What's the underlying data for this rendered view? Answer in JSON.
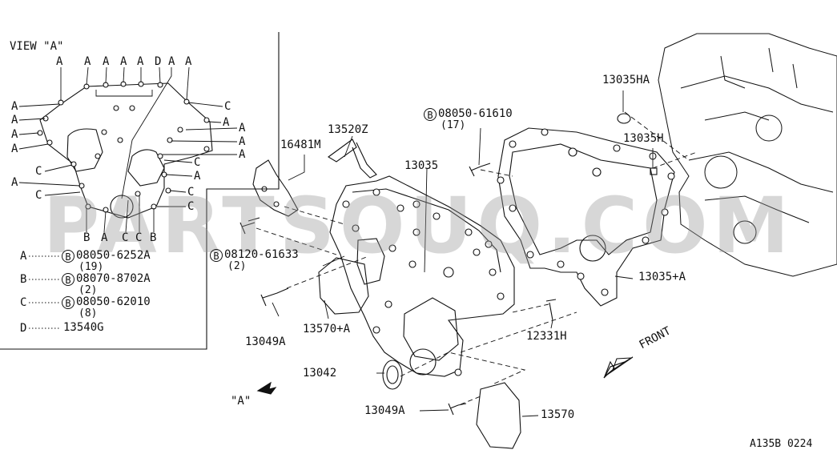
{
  "view_title": "VIEW \"A\"",
  "view_letters": {
    "top": [
      "A",
      "A",
      "A",
      "A",
      "A",
      "D",
      "A"
    ],
    "left": [
      "A",
      "A",
      "A",
      "A",
      "C",
      "A",
      "C"
    ],
    "right": [
      "C",
      "A",
      "A",
      "A",
      "C",
      "A",
      "C",
      "C"
    ],
    "bottom": [
      "B",
      "A",
      "C",
      "C",
      "B"
    ]
  },
  "legend": [
    {
      "key": "A",
      "bolt": "B",
      "part": "08050-6252A",
      "qty": "(19)"
    },
    {
      "key": "B",
      "bolt": "B",
      "part": "08070-8702A",
      "qty": "(2)"
    },
    {
      "key": "C",
      "bolt": "B",
      "part": "08050-62010",
      "qty": "(8)"
    },
    {
      "key": "D",
      "part": "13540G"
    }
  ],
  "callouts": {
    "p16481m": "16481M",
    "p13520z": "13520Z",
    "p13035": "13035",
    "p08050_61610": "08050-61610",
    "p08050_61610_qty": "(17)",
    "p13035ha": "13035HA",
    "p13035h": "13035H",
    "p08120_61633": "08120-61633",
    "p08120_61633_qty": "(2)",
    "p13035a": "13035+A",
    "p13049a_1": "13049A",
    "p13570a": "13570+A",
    "p12331h": "12331H",
    "p13042": "13042",
    "p13049a_2": "13049A",
    "p13570": "13570",
    "bolt_symbol": "B"
  },
  "view_arrow_label": "\"A\"",
  "front_label": "FRONT",
  "diagram_code": "A135B 0224",
  "watermark": "PARTSOUQ.COM"
}
